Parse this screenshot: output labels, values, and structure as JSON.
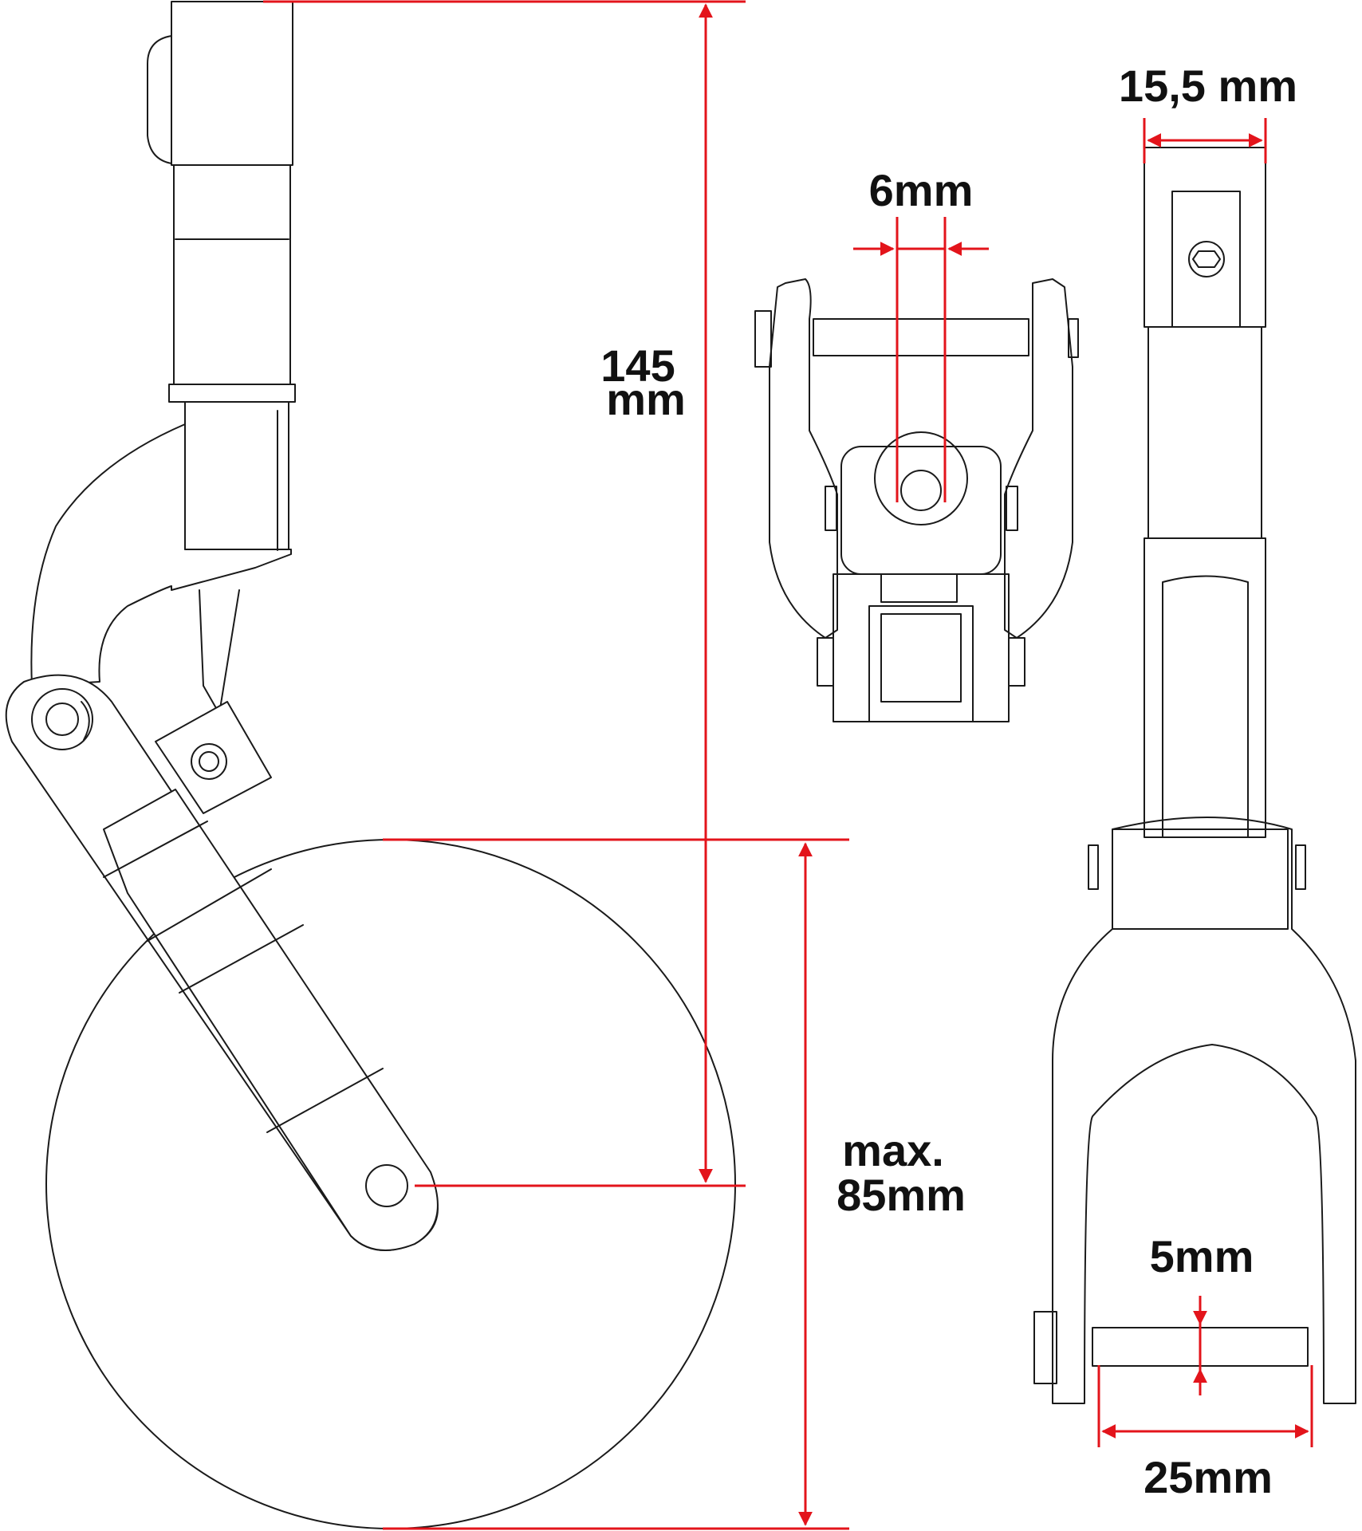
{
  "dimensions": {
    "overall_height": {
      "line1": "145",
      "line2": "mm"
    },
    "wheel_diameter": {
      "line1": "max.",
      "line2": "85mm"
    },
    "bolt_spacing": {
      "text": "6mm"
    },
    "tube_width": {
      "text": "15,5 mm"
    },
    "axle_diameter": {
      "text": "5mm"
    },
    "fork_width": {
      "text": "25mm"
    }
  },
  "colors": {
    "dimension_line": "#e3141b",
    "outline": "#1a1a1a",
    "label": "#111111",
    "background": "#ffffff"
  }
}
